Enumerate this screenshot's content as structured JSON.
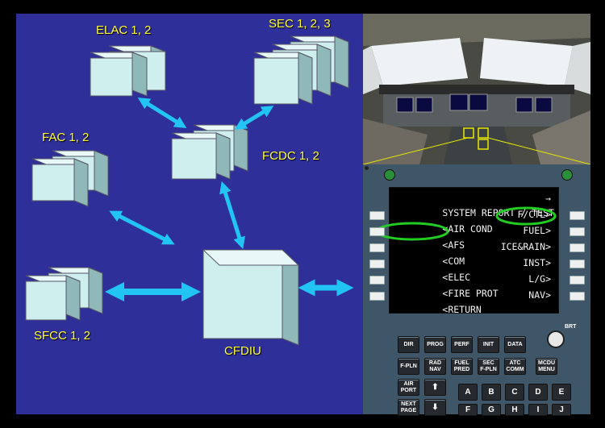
{
  "diagram": {
    "labels": {
      "elac": "ELAC 1, 2",
      "sec": "SEC 1, 2, 3",
      "fac": "FAC 1, 2",
      "fcdc": "FCDC 1, 2",
      "sfcc": "SFCC 1, 2",
      "cfdiu": "CFDIU"
    },
    "colors": {
      "background": "#2f2f9a",
      "arrow": "#21c4f2",
      "box": "#cfeeee",
      "label": "#ffff33"
    }
  },
  "mcdu": {
    "title": "SYSTEM REPORT / TEST",
    "title_arrow": "→",
    "left_items": [
      "<AIR COND",
      "<AFS",
      "<COM",
      "<ELEC",
      "<FIRE PROT",
      "<RETURN"
    ],
    "right_items": [
      "F/CTL>",
      "FUEL>",
      "ICE&RAIN>",
      "INST>",
      "L/G>",
      "NAV>"
    ],
    "brt_label": "BRT",
    "keys": {
      "dir": "DIR",
      "prog": "PROG",
      "perf": "PERF",
      "init": "INIT",
      "data": "DATA",
      "fpln": "F-PLN",
      "rad_nav_1": "RAD",
      "rad_nav_2": "NAV",
      "fuel_pred_1": "FUEL",
      "fuel_pred_2": "PRED",
      "sec_fpln_1": "SEC",
      "sec_fpln_2": "F-PLN",
      "atc_comm_1": "ATC",
      "atc_comm_2": "COMM",
      "mcdu_menu_1": "MCDU",
      "mcdu_menu_2": "MENU",
      "airport_1": "AIR",
      "airport_2": "PORT",
      "next_page_1": "NEXT",
      "next_page_2": "PAGE",
      "up_arrow": "⬆",
      "down_arrow": "⬇"
    },
    "alpha_keys": [
      "A",
      "B",
      "C",
      "D",
      "E",
      "F",
      "G",
      "H",
      "I",
      "J"
    ],
    "highlight_color": "#22cc22"
  }
}
